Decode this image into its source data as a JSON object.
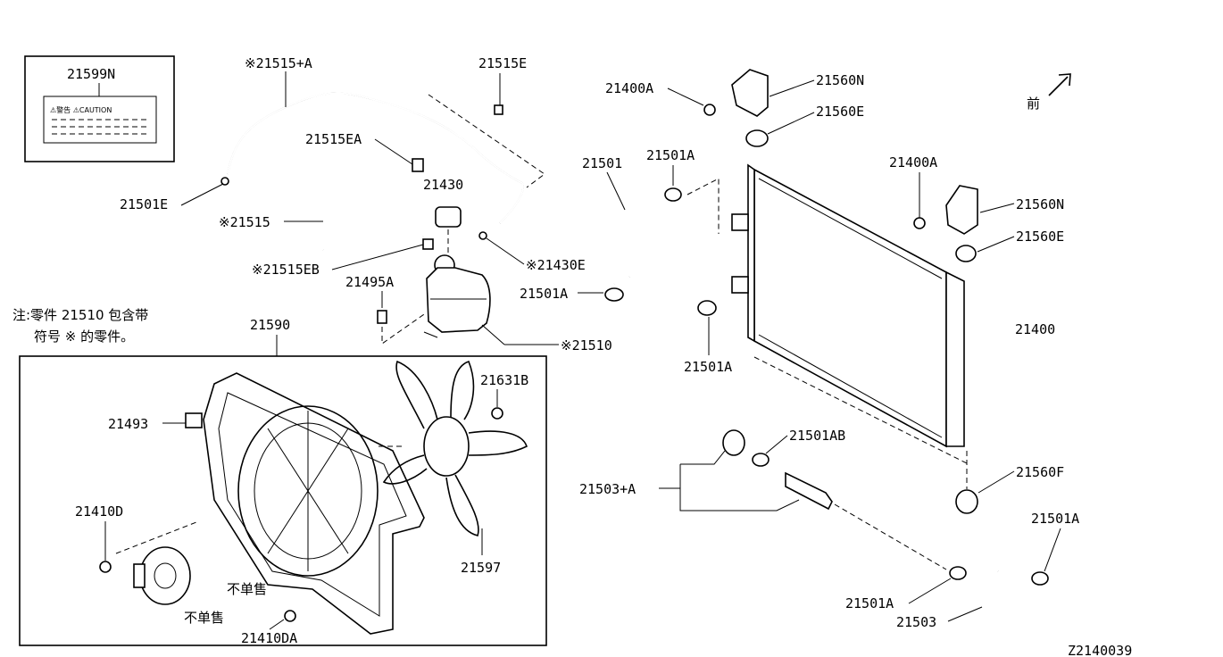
{
  "labels": {
    "l21599N": "21599N",
    "l21515A": "※21515+A",
    "l21515E": "21515E",
    "l21515EA": "21515EA",
    "l21430": "21430",
    "l21501E": "21501E",
    "l21515": "※21515",
    "l21515EB": "※21515EB",
    "l21430E": "※21430E",
    "l21495A": "21495A",
    "l21510": "※21510",
    "l21590": "21590",
    "l21631B": "21631B",
    "l21493": "21493",
    "l21410D": "21410D",
    "l21410DA": "21410DA",
    "l21597": "21597",
    "l21400A_top": "21400A",
    "l21560N_top": "21560N",
    "l21560E_top": "21560E",
    "l21501": "21501",
    "l21501A_top": "21501A",
    "l21400A_right": "21400A",
    "l21560N_right": "21560N",
    "l21560E_right": "21560E",
    "l21501A_left": "21501A",
    "l21400": "21400",
    "l21501A_mid": "21501A",
    "l21501AB": "21501AB",
    "l21503A": "21503+A",
    "l21560F": "21560F",
    "l21501A_lowright": "21501A",
    "l21501A_bottom": "21501A",
    "l21503": "21503",
    "front": "前",
    "not_sold_1": "不单售",
    "not_sold_2": "不单售",
    "note_line1": "注:零件 21510 包含带",
    "note_line2": "符号 ※ 的零件。",
    "caution_text": "⚠警告  ⚠CAUTION",
    "diagram_id": "Z2140039"
  }
}
